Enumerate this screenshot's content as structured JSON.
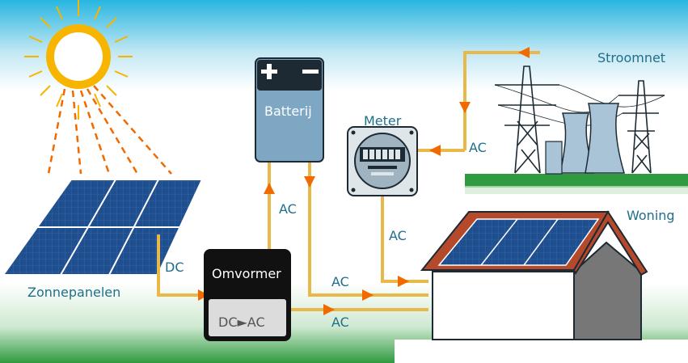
{
  "labels": {
    "panels": "Zonnepanelen",
    "battery": "Batterij",
    "battery_plus": "+",
    "battery_minus": "−",
    "meter": "Meter",
    "grid": "Stroomnet",
    "home": "Woning",
    "inverter": "Omvormer",
    "inverter_sub": "DC►AC"
  },
  "flows": {
    "dc": "DC",
    "ac_battery_up": "AC",
    "ac_meter_grid": "AC",
    "ac_meter_down": "AC",
    "ac_mid": "AC",
    "ac_bottom": "AC"
  },
  "colors": {
    "sun": "#f7b500",
    "ray": "#f06a00",
    "wire": "#e8b84a",
    "arrow": "#f06a00",
    "panel": "#1f4f8f",
    "text": "#1f6f8b",
    "battery": "#7ea7c4",
    "roof": "#b4492b",
    "ground": "#2f9a3f"
  }
}
